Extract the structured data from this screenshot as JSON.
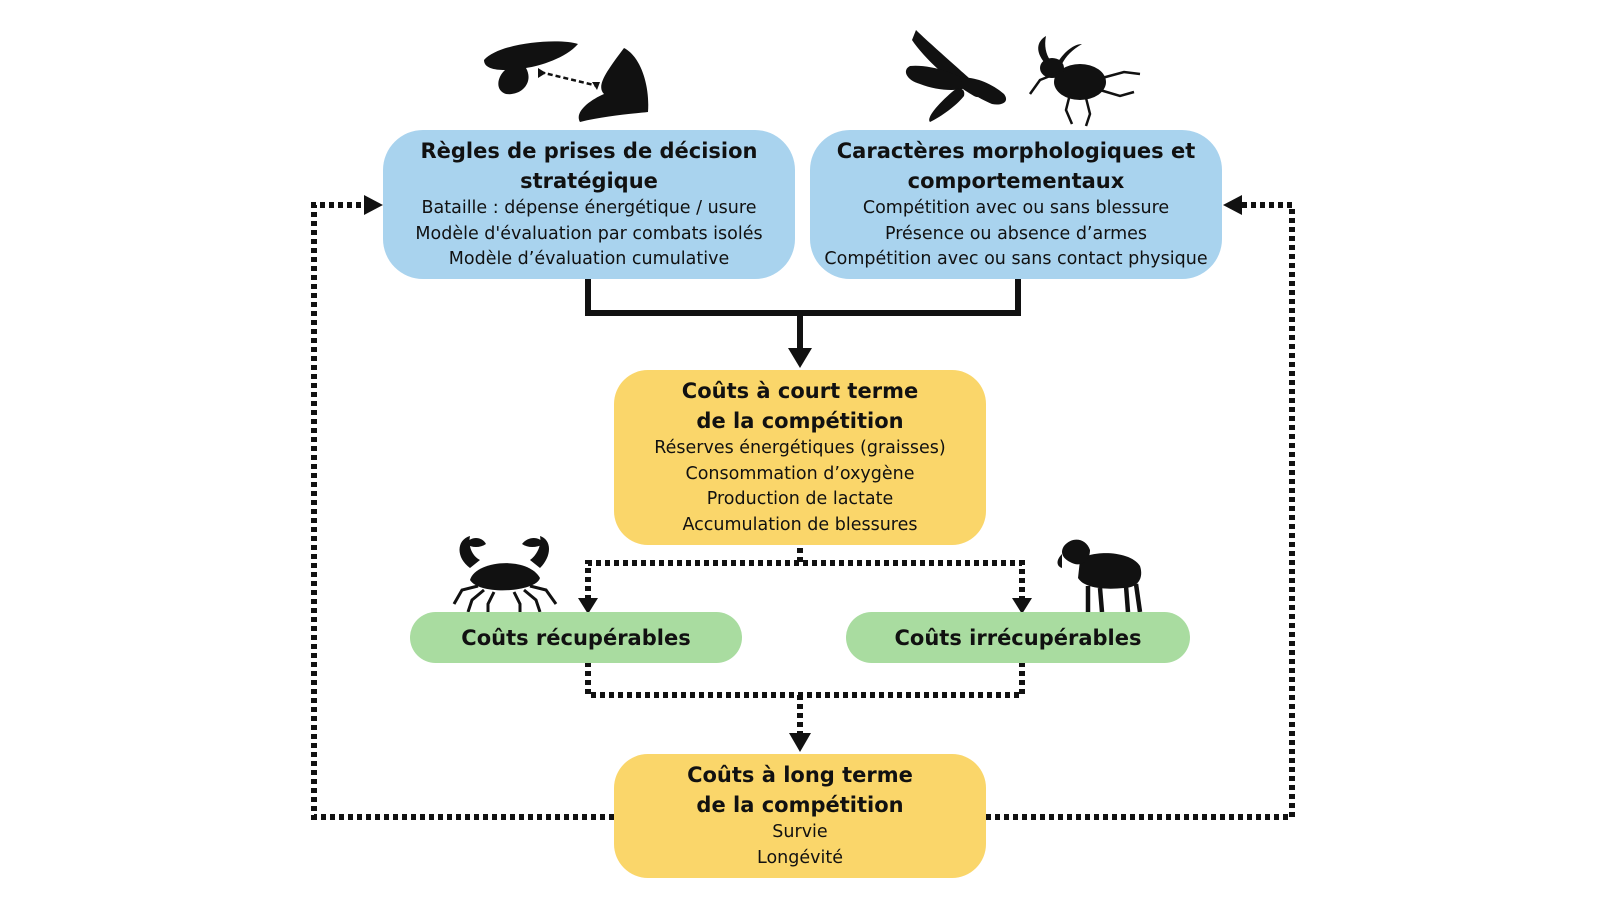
{
  "diagram": {
    "decision_box": {
      "title": "Règles de prises de décision\nstratégique",
      "lines": [
        "Bataille : dépense énergétique / usure",
        "Modèle d'évaluation par combats isolés",
        "Modèle d’évaluation cumulative"
      ]
    },
    "morph_box": {
      "title": "Caractères morphologiques et\ncomportementaux",
      "lines": [
        "Compétition avec ou sans blessure",
        "Présence ou absence d’armes",
        "Compétition avec ou sans contact physique"
      ]
    },
    "short_term_box": {
      "title": "Coûts à court terme\nde la compétition",
      "lines": [
        "Réserves énergétiques (graisses)",
        "Consommation d’oxygène",
        "Production de lactate",
        "Accumulation de blessures"
      ]
    },
    "recoverable_box": {
      "title": "Coûts récupérables"
    },
    "unrecoverable_box": {
      "title": "Coûts irrécupérables"
    },
    "long_term_box": {
      "title": "Coûts à long terme\nde la compétition",
      "lines": [
        "Survie",
        "Longévité"
      ]
    },
    "icons": [
      "moth-pair-icon",
      "dragonfly-icon",
      "beetle-icon",
      "crab-icon",
      "sheep-icon"
    ],
    "colors": {
      "blue": "#a9d3ee",
      "yellow": "#fad66a",
      "green": "#a9dca0",
      "ink": "#111111"
    }
  }
}
